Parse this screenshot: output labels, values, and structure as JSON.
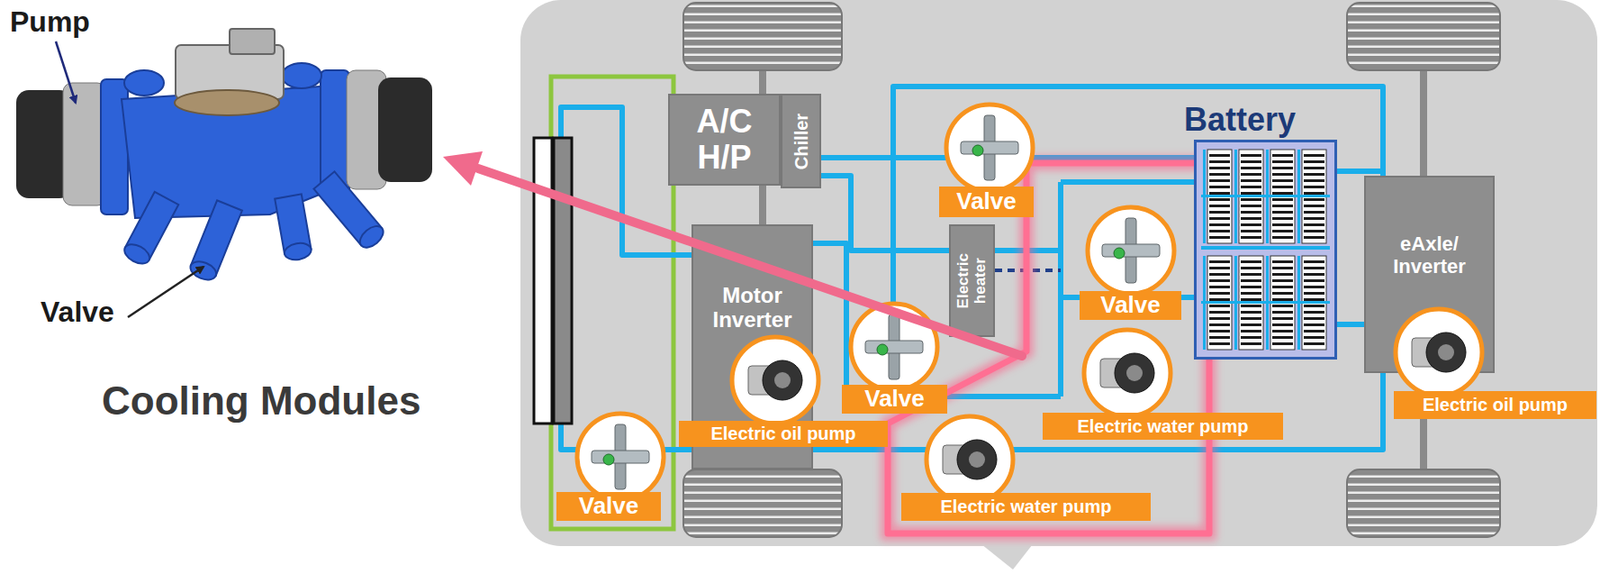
{
  "diagram": {
    "nodes": [
      {
        "text": [
          "A/C H/P"
        ]
      },
      {
        "text": [
          "Chiller"
        ]
      },
      {
        "text": [
          "Valve"
        ]
      },
      {
        "text": [
          "Battery"
        ]
      },
      {
        "text": [
          "Motor Inverter"
        ]
      },
      {
        "text": [
          "Electric heater"
        ]
      },
      {
        "text": [
          "Valve"
        ]
      },
      {
        "text": [
          "eAxle/ Inverter"
        ]
      },
      {
        "text": [
          "Valve"
        ]
      },
      {
        "text": [
          "Electric oil pump"
        ]
      },
      {
        "text": [
          "Electric water pump"
        ]
      },
      {
        "text": [
          "Electric oil pump"
        ]
      },
      {
        "text": [
          "Valve"
        ]
      },
      {
        "text": [
          "Electric water pump"
        ]
      }
    ],
    "labels": [
      "Pump",
      "Valve",
      "Cooling Modules"
    ]
  }
}
